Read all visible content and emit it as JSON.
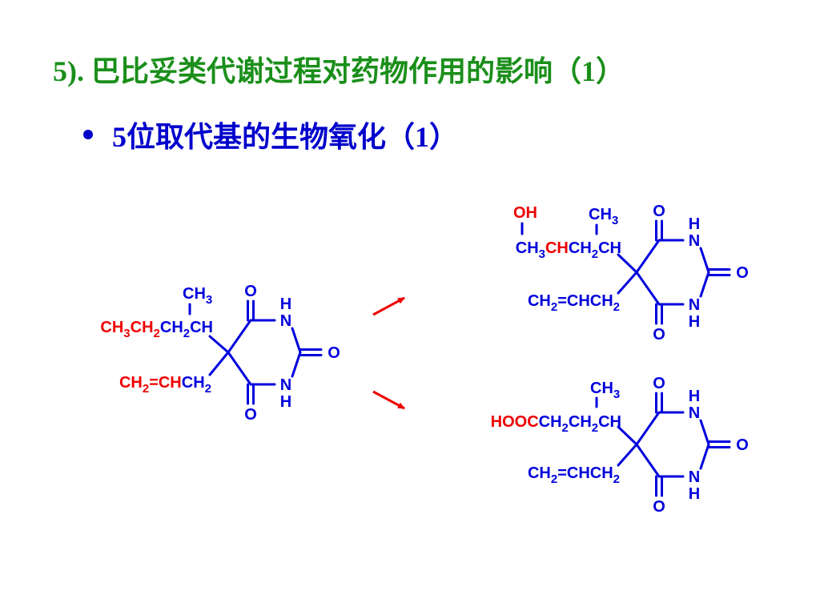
{
  "slide": {
    "title": "5). 巴比妥类代谢过程对药物作用的影响（1）",
    "bullet": "5位取代基的生物氧化（1）"
  },
  "colors": {
    "title": "#1a8f1a",
    "bullet": "#0000cc",
    "structure": "#0000dd",
    "highlight": "#ee0000"
  },
  "molecules": {
    "parent": {
      "chain_upper": [
        {
          "t": "CH",
          "c": "r"
        },
        {
          "t": "3",
          "c": "r",
          "sub": true
        },
        {
          "t": "CH",
          "c": "r"
        },
        {
          "t": "2",
          "c": "r",
          "sub": true
        },
        {
          "t": "CH",
          "c": "b"
        },
        {
          "t": "2",
          "c": "b",
          "sub": true
        },
        {
          "t": "CH",
          "c": "b"
        }
      ],
      "methyl": [
        {
          "t": "CH",
          "c": "b"
        },
        {
          "t": "3",
          "c": "b",
          "sub": true
        }
      ],
      "chain_lower": [
        {
          "t": "CH",
          "c": "r"
        },
        {
          "t": "2",
          "c": "r",
          "sub": true
        },
        {
          "t": "=CH",
          "c": "r"
        },
        {
          "t": "CH",
          "c": "b"
        },
        {
          "t": "2",
          "c": "b",
          "sub": true
        }
      ]
    },
    "metabolite_hydroxyl": {
      "substituent": [
        {
          "t": "OH",
          "c": "r"
        }
      ],
      "methyl": [
        {
          "t": "CH",
          "c": "b"
        },
        {
          "t": "3",
          "c": "b",
          "sub": true
        }
      ],
      "chain_upper": [
        {
          "t": "CH",
          "c": "b"
        },
        {
          "t": "3",
          "c": "b",
          "sub": true
        },
        {
          "t": "CH",
          "c": "r"
        },
        {
          "t": "CH",
          "c": "b"
        },
        {
          "t": "2",
          "c": "b",
          "sub": true
        },
        {
          "t": "CH",
          "c": "b"
        }
      ],
      "chain_lower": [
        {
          "t": "CH",
          "c": "b"
        },
        {
          "t": "2",
          "c": "b",
          "sub": true
        },
        {
          "t": "=CHCH",
          "c": "b"
        },
        {
          "t": "2",
          "c": "b",
          "sub": true
        }
      ]
    },
    "metabolite_carboxyl": {
      "methyl": [
        {
          "t": "CH",
          "c": "b"
        },
        {
          "t": "3",
          "c": "b",
          "sub": true
        }
      ],
      "chain_upper": [
        {
          "t": "HOOC",
          "c": "r"
        },
        {
          "t": "CH",
          "c": "b"
        },
        {
          "t": "2",
          "c": "b",
          "sub": true
        },
        {
          "t": "CH",
          "c": "b"
        },
        {
          "t": "2",
          "c": "b",
          "sub": true
        },
        {
          "t": "CH",
          "c": "b"
        }
      ],
      "chain_lower": [
        {
          "t": "CH",
          "c": "b"
        },
        {
          "t": "2",
          "c": "b",
          "sub": true
        },
        {
          "t": "=CHCH",
          "c": "b"
        },
        {
          "t": "2",
          "c": "b",
          "sub": true
        }
      ]
    }
  },
  "ring_atoms": {
    "oxygen": "O",
    "nitrogen": "N",
    "hydrogen": "H"
  }
}
